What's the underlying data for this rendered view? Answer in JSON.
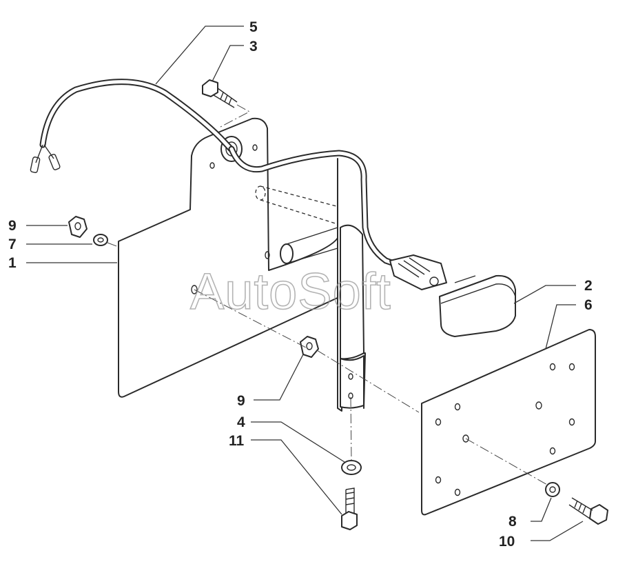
{
  "watermark": "AutoSoft",
  "callouts": {
    "c5": "5",
    "c3": "3",
    "c9a": "9",
    "c7": "7",
    "c1": "1",
    "c2": "2",
    "c6": "6",
    "c9b": "9",
    "c4": "4",
    "c11": "11",
    "c8": "8",
    "c10": "10"
  },
  "colors": {
    "line": "#2a2a2a",
    "fill": "#ffffff",
    "watermark": "#9a9a9a"
  }
}
